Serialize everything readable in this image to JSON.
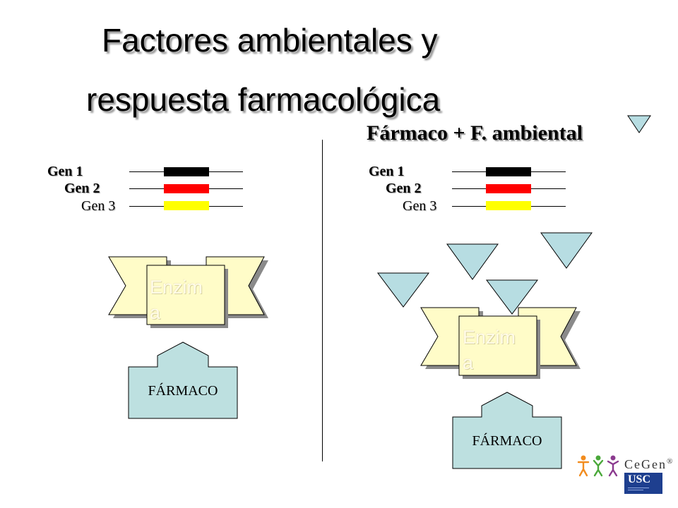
{
  "title": {
    "line1": "Factores ambientales y",
    "line2": "respuesta farmacológica"
  },
  "right_heading": "Fármaco + F. ambiental",
  "genes": [
    "Gen 1",
    "Gen 2",
    "Gen 3"
  ],
  "gene_colors": [
    "#000000",
    "#ff0000",
    "#ffff00"
  ],
  "enzyme_label": {
    "line1": "Enzim",
    "line2": "a"
  },
  "drug_label": "FÁRMACO",
  "colors": {
    "enzyme_fill": "#fffcc8",
    "drug_fill": "#bde0e0",
    "factor_fill": "#b7dde2",
    "outline": "#000000"
  },
  "logos": {
    "cegen": "CeGen",
    "registered": "®",
    "usc": "USC"
  }
}
